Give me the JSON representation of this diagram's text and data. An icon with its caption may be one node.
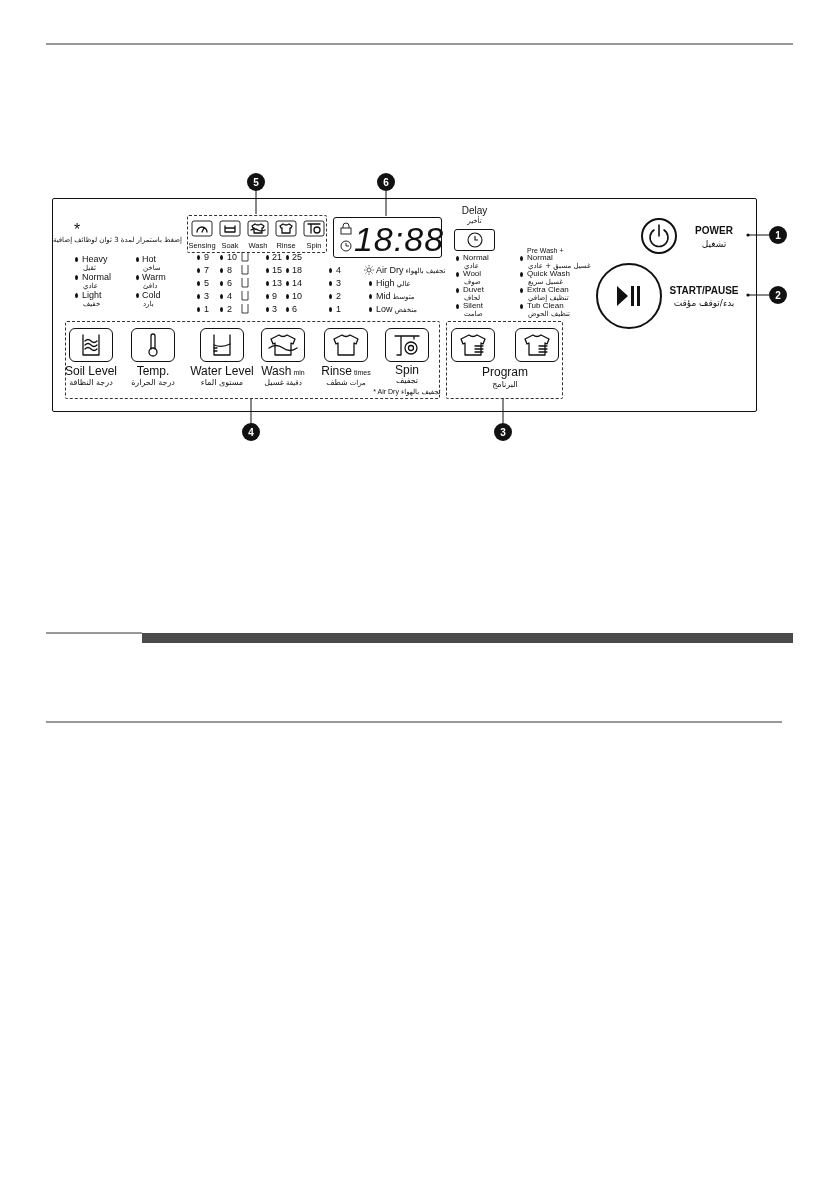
{
  "diagram": {
    "nodes": [
      {
        "text": [],
        "shape": "box"
      },
      {
        "text": [],
        "shape": "box",
        "in": 0
      },
      {
        "text": [
          "Sensing"
        ],
        "in": 1
      },
      {
        "text": [
          "Soak"
        ],
        "in": 1
      },
      {
        "text": [
          "Wash"
        ],
        "in": 1
      },
      {
        "text": [
          "Rinse"
        ],
        "in": 1
      },
      {
        "text": [
          "Spin"
        ],
        "in": 1
      },
      {
        "text": [
          "18:88"
        ],
        "in": 0
      },
      {
        "text": [
          "Delay",
          "تأخير"
        ],
        "in": 0
      },
      {
        "text": [
          "POWER",
          "تشغيل"
        ],
        "in": 0
      },
      {
        "text": [
          "START/PAUSE",
          "بدء/توقف مؤقت"
        ],
        "in": 0
      },
      {
        "text": [],
        "shape": "box",
        "in": 0
      },
      {
        "text": [
          "Soil Level",
          "درجة النظافة"
        ],
        "in": 11
      },
      {
        "text": [
          "Temp.",
          "درجة الحرارة"
        ],
        "in": 11
      },
      {
        "text": [
          "Water Level",
          "مستوى الماء"
        ],
        "in": 11
      },
      {
        "text": [
          "Wash",
          "min",
          "غسيل",
          "دقيقة"
        ],
        "in": 11
      },
      {
        "text": [
          "Rinse",
          "times",
          "شطف",
          "مرات"
        ],
        "in": 11
      },
      {
        "text": [
          "Spin",
          "تجفيف",
          "* Air Dry",
          "تجفيف بالهواء"
        ],
        "in": 11
      },
      {
        "text": [
          "Program",
          "البرنامج"
        ],
        "in": 0
      },
      {
        "text": [],
        "shape": "box",
        "in": 18
      },
      {
        "text": [],
        "shape": "box",
        "in": 18
      },
      {
        "text": [
          "5"
        ]
      },
      {
        "text": [
          "6"
        ]
      },
      {
        "text": [
          "1"
        ]
      },
      {
        "text": [
          "2"
        ]
      },
      {
        "text": [
          "4"
        ]
      },
      {
        "text": [
          "3"
        ]
      }
    ],
    "edges": [
      {
        "from": 21,
        "to": 1,
        "arrow": "none"
      },
      {
        "from": 22,
        "to": 7,
        "arrow": "none"
      },
      {
        "from": 23,
        "to": 9,
        "arrow": "other"
      },
      {
        "from": 24,
        "to": 10,
        "arrow": "other"
      },
      {
        "from": 25,
        "to": 11,
        "arrow": "none"
      },
      {
        "from": 26,
        "to": 18,
        "arrow": "none"
      }
    ],
    "labels": [
      "*",
      "إضغط باستمرار لمدة 3 ثوان لوظائف إضافية",
      "Heavy",
      "ثقيل",
      "Normal",
      "عادي",
      "Light",
      "خفيف",
      "Hot",
      "ساخن",
      "Warm",
      "دافئ",
      "Cold",
      "بارد",
      "9",
      "7",
      "5",
      "3",
      "1",
      "10",
      "8",
      "6",
      "4",
      "2",
      "21",
      "15",
      "13",
      "9",
      "3",
      "25",
      "18",
      "14",
      "10",
      "6",
      "4",
      "3",
      "2",
      "1",
      "Air Dry",
      "تجفيف بالهواء",
      "High",
      "عالي",
      "Mid",
      "متوسط",
      "Low",
      "منخفض",
      "Normal",
      "عادي",
      "Wool",
      "صوف",
      "Duvet",
      "لحاف",
      "Silent",
      "صامت",
      "Pre Wash +",
      "Normal",
      "غسيل مسبق + عادي",
      "Quick Wash",
      "غسيل سريع",
      "Extra Clean",
      "تنظيف إضافي",
      "Tub Clean",
      "تنظيف الحوض"
    ]
  }
}
